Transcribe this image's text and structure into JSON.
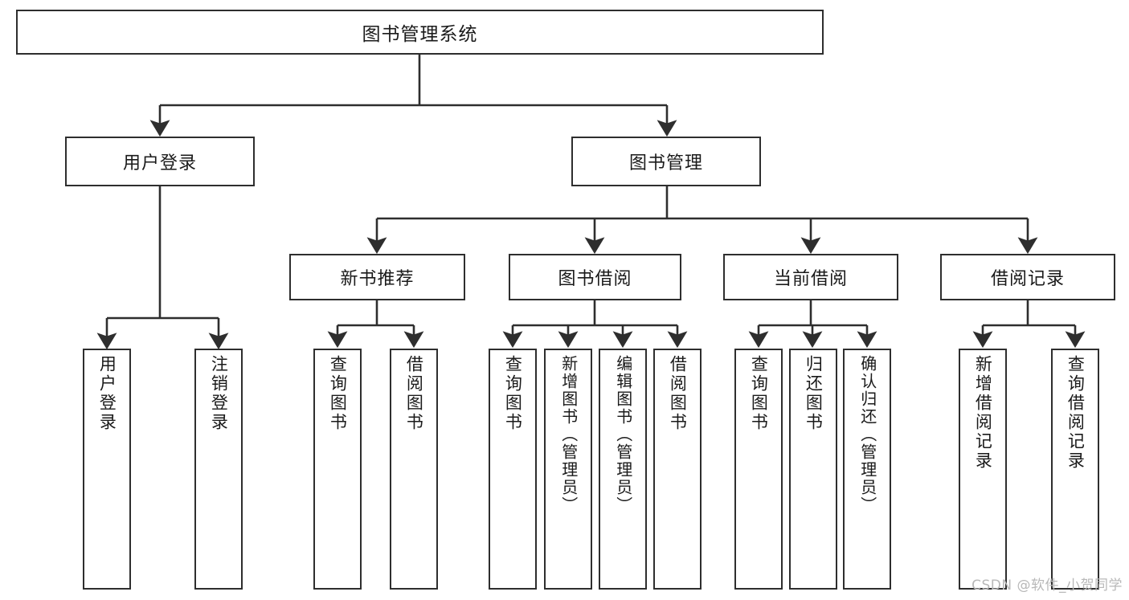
{
  "diagram": {
    "title": "图书管理系统",
    "watermark": "CSDN @软件_小贺同学",
    "root": {
      "label": "图书管理系统"
    },
    "level1": [
      {
        "id": "user-login",
        "label": "用户登录"
      },
      {
        "id": "book-manage",
        "label": "图书管理"
      }
    ],
    "level2": [
      {
        "id": "new-book-recommend",
        "label": "新书推荐"
      },
      {
        "id": "book-borrow",
        "label": "图书借阅"
      },
      {
        "id": "current-borrow",
        "label": "当前借阅"
      },
      {
        "id": "borrow-record",
        "label": "借阅记录"
      }
    ],
    "leaves": {
      "user_login": [
        {
          "id": "leaf-user-login",
          "label": "用户登录"
        },
        {
          "id": "leaf-logout-login",
          "label": "注销登录"
        }
      ],
      "new_book_recommend": [
        {
          "id": "leaf-query-book-1",
          "label": "查询图书"
        },
        {
          "id": "leaf-borrow-book-1",
          "label": "借阅图书"
        }
      ],
      "book_borrow": [
        {
          "id": "leaf-query-book-2",
          "label": "查询图书"
        },
        {
          "id": "leaf-add-book",
          "label": "新增图书（管理员）"
        },
        {
          "id": "leaf-edit-book",
          "label": "编辑图书（管理员）"
        },
        {
          "id": "leaf-borrow-book-2",
          "label": "借阅图书"
        }
      ],
      "current_borrow": [
        {
          "id": "leaf-query-book-3",
          "label": "查询图书"
        },
        {
          "id": "leaf-return-book",
          "label": "归还图书"
        },
        {
          "id": "leaf-confirm-return",
          "label": "确认归还（管理员）"
        }
      ],
      "borrow_record": [
        {
          "id": "leaf-add-record",
          "label": "新增借阅记录"
        },
        {
          "id": "leaf-query-record",
          "label": "查询借阅记录"
        }
      ]
    },
    "colors": {
      "stroke": "#2e2e2e",
      "text": "#1a1a1a",
      "background": "#ffffff",
      "watermark": "#b8b8b8"
    }
  }
}
